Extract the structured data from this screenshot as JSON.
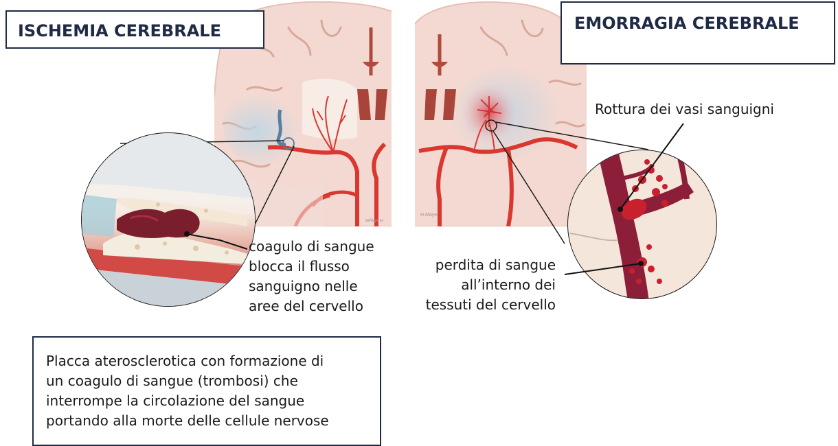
{
  "titles": {
    "left": "ISCHEMIA CEREBRALE",
    "right": "EMORRAGIA CEREBRALE"
  },
  "labels": {
    "ischemia_lines": [
      "coagulo di sangue",
      "blocca il flusso",
      "sanguigno nelle",
      "aree del cervello"
    ],
    "rottura": "Rottura dei vasi sanguigni",
    "perdita_lines": [
      "perdita di sangue",
      "all’interno dei",
      "tessuti del cervello"
    ]
  },
  "description": "Placca aterosclerotica con formazione di\nun coagulo di sangue (trombosi) che\ninterrompe la circolazione del sangue\nportando alla morte delle cellule nervose",
  "credits": {
    "left": "H.Mayer",
    "right": "H.Mayer"
  },
  "colors": {
    "frame": "#1f2a44",
    "brain": "#f3d9d1",
    "artery": "#d9372f",
    "vessel_dark": "#8c1e3a",
    "ischemia_tint": "#c8dde8"
  }
}
